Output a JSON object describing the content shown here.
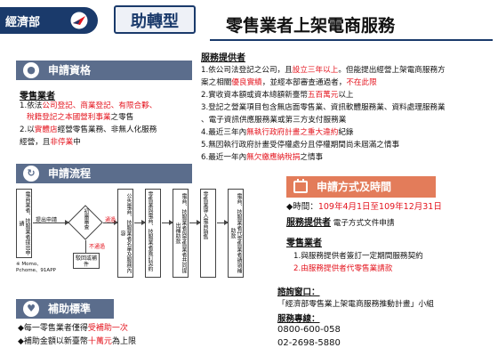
{
  "header": {
    "logo_text": "經濟部",
    "type_label": "助轉型",
    "title": "零售業者上架電商服務"
  },
  "left": {
    "qualification": {
      "bar_title": "申請資格",
      "subhead": "零售業者",
      "lines": [
        [
          "1.依法",
          "公司登記、商業登記、有限合夥、",
          ""
        ],
        [
          "",
          "稅籍登記之本國營利事業",
          "之零售"
        ],
        [
          "2.以",
          "實體店",
          "經營零售業務、非無人化服務"
        ],
        [
          "經營，且",
          "非停業",
          "中"
        ]
      ]
    },
    "flow": {
      "bar_title": "申請流程",
      "steps": [
        "電商業者、技服業者提出申請",
        "提出申請",
        "初審審查",
        "通過",
        "不通過",
        "駁回或補件",
        "公告電商、技服業者名單及服務內容",
        "零售業與電商、技服業者簽訂契約",
        "電商、技服業者與零售業者共同提出補助款",
        "零售業導入電商銷售",
        "電商、技服業者代零售業者請領補助款"
      ],
      "side_note": "※ Momo、Pchome、91APP"
    },
    "subsidy": {
      "bar_title": "補助標準",
      "lines": [
        [
          "◆每一零售業者僅得",
          "受補助一次",
          ""
        ],
        [
          "◆補助金額以新臺幣",
          "十萬元",
          "為上限"
        ]
      ]
    }
  },
  "right": {
    "provider": {
      "head": "服務提供者",
      "lines": [
        [
          "1.依公司法登記之公司，且",
          "設立三年以上",
          "。但能提出經營上架電商服務方"
        ],
        [
          "  案之相關",
          "優良實績",
          "，並經本部審查通過者，",
          "不在此限"
        ],
        [
          "2.實收資本額或資本總額新臺幣",
          "五百萬元",
          "以上"
        ],
        [
          "3.登記之營業項目包含無店面零售業、資訊軟體服務業、資料處理服務業",
          "",
          ""
        ],
        [
          "  、電子資訊供應服務業或第三方支付服務業",
          "",
          ""
        ],
        [
          "4.最近三年內",
          "無執行政府計畫之重大違約",
          "紀錄"
        ],
        [
          "5.無因執行政府計畫受停權處分且停權期間尚未屆滿之情事",
          "",
          ""
        ],
        [
          "6.最近一年內",
          "無欠繳應納稅捐",
          "之情事"
        ]
      ]
    },
    "apply": {
      "bar_title": "申請方式及時間",
      "time_prefix": "◆時間：",
      "time_value": "109年4月1日至109年12月31日",
      "provider_label": "服務提供者",
      "provider_value": "電子方式文件申請",
      "retailer_label": "零售業者",
      "retailer_lines": [
        "1.與服務提供者簽訂一定期間服務契約",
        "2.由服務提供者代零售業請款"
      ]
    },
    "contact": {
      "window_label": "諮詢窗口：",
      "window_value": "「經濟部零售業上架電商服務推動計畫」小組",
      "hotline_label": "服務專線：",
      "phones": [
        "0800-600-058",
        "02-2698-5880"
      ]
    }
  },
  "colors": {
    "navy": "#1a3a6b",
    "bar": "#5b6d8c",
    "orange": "#e37c5a",
    "red": "#e4141e"
  }
}
